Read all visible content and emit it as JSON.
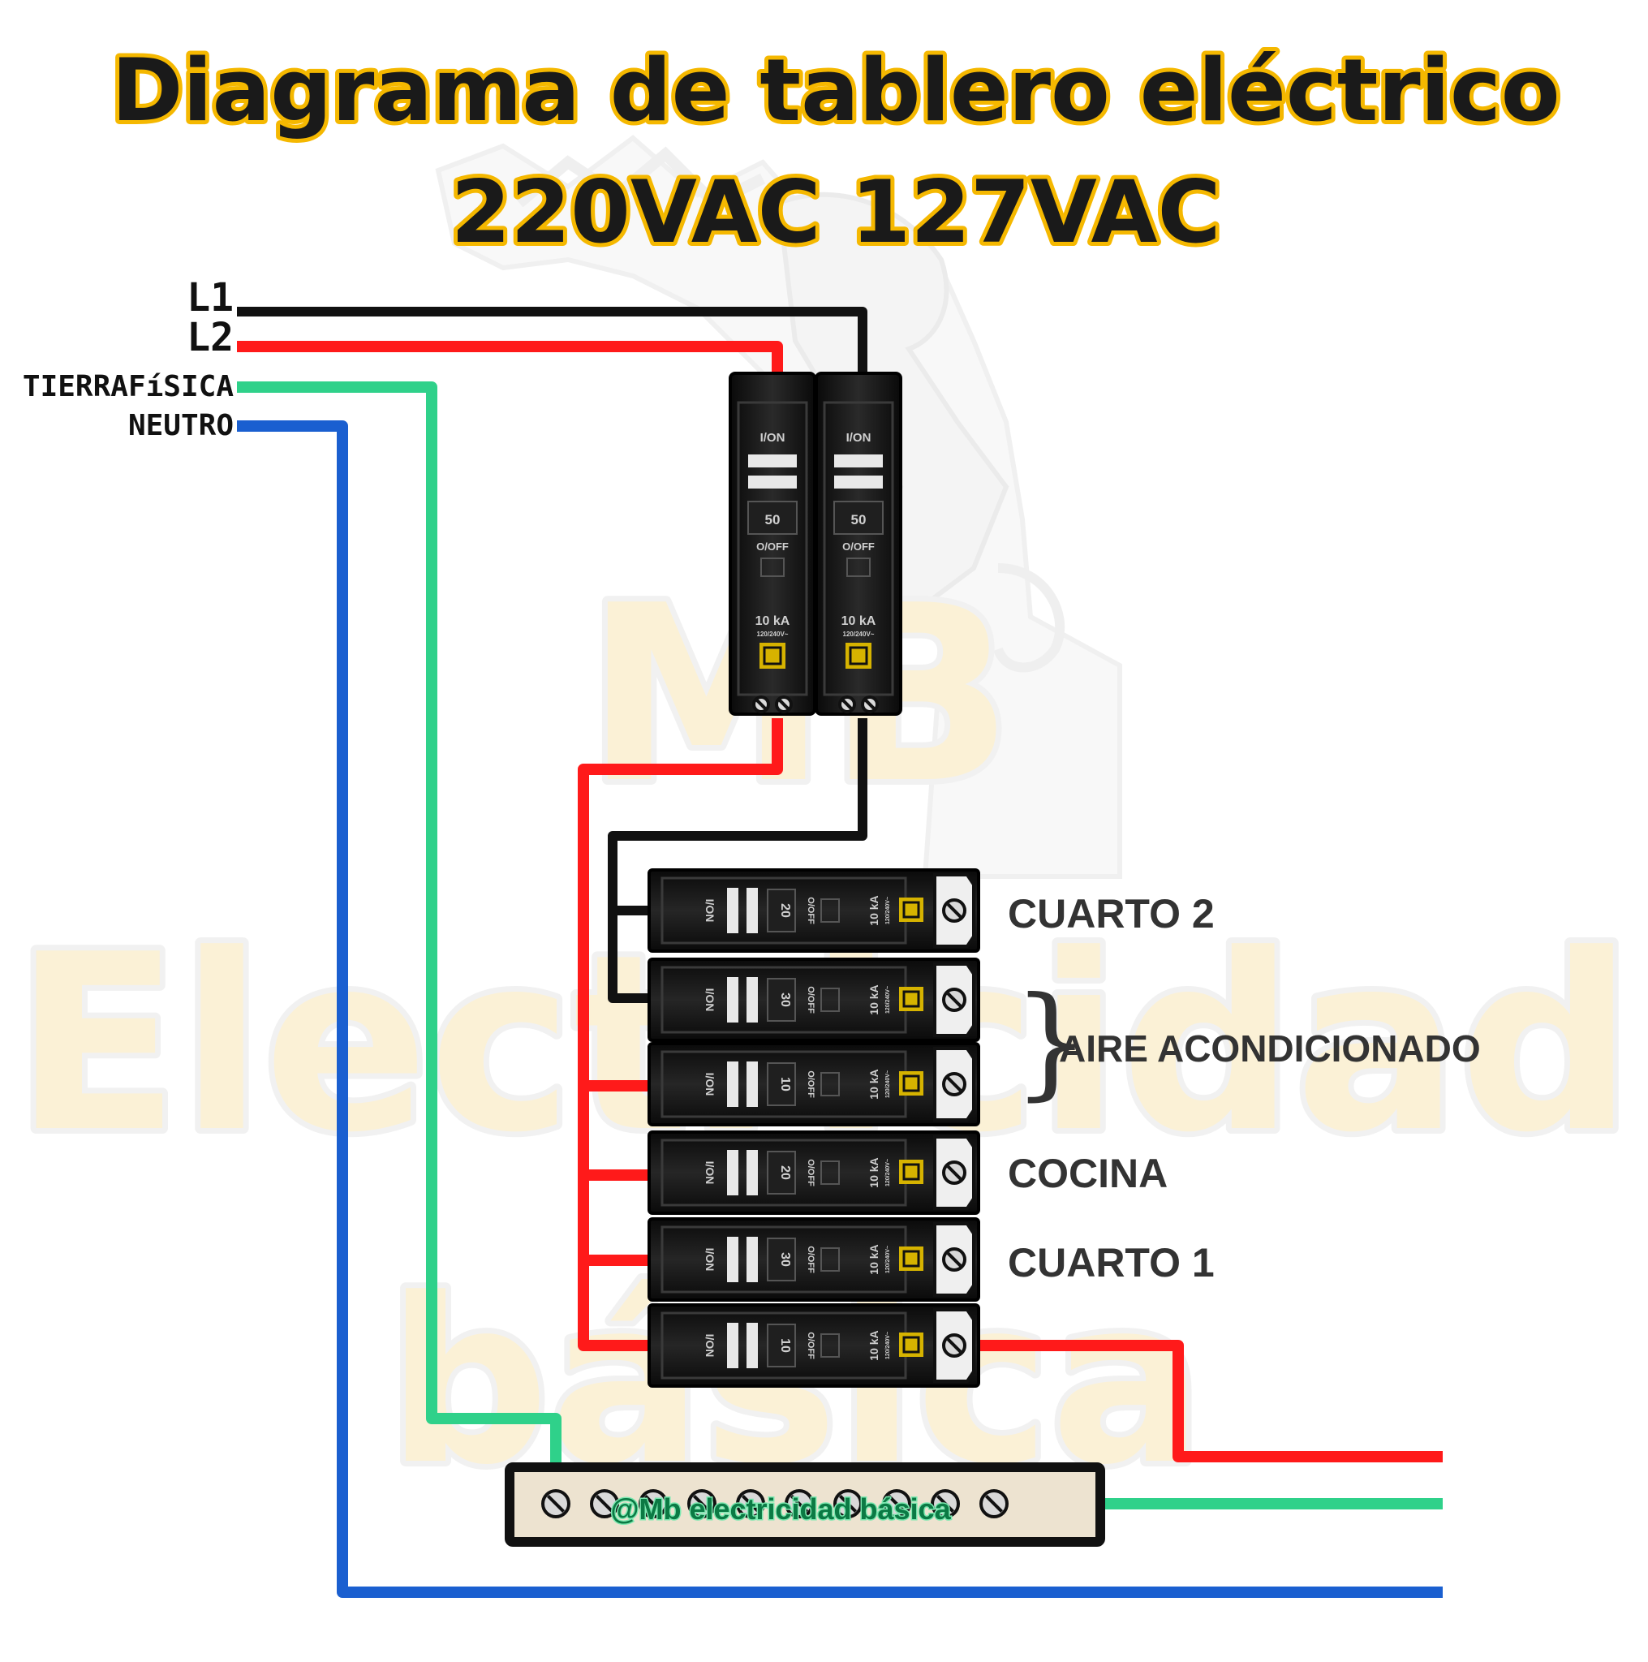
{
  "title": {
    "line1": "Diagrama de tablero eléctrico",
    "line2": "220VAC 127VAC"
  },
  "wire_labels": [
    "L1",
    "L2",
    "TIERRAFíSICA",
    "NEUTRO"
  ],
  "colors": {
    "l1": "#111111",
    "l2": "#ff1a1a",
    "ground": "#2fd18a",
    "neutral": "#1a5fd0",
    "title_outline": "#f5b800"
  },
  "main_breakers": [
    {
      "on": "I/ON",
      "off": "O/OFF",
      "rating": "50",
      "ka": "10 kA",
      "volt": "120/240V~"
    },
    {
      "on": "I/ON",
      "off": "O/OFF",
      "rating": "50",
      "ka": "10 kA",
      "volt": "120/240V~"
    }
  ],
  "branch_breakers": [
    {
      "on": "I/ON",
      "off": "O/OFF",
      "rating": "20",
      "ka": "10 kA",
      "volt": "120/240V~"
    },
    {
      "on": "I/ON",
      "off": "O/OFF",
      "rating": "30",
      "ka": "10 kA",
      "volt": "120/240V~"
    },
    {
      "on": "I/ON",
      "off": "O/OFF",
      "rating": "10",
      "ka": "10 kA",
      "volt": "120/240V~"
    },
    {
      "on": "I/ON",
      "off": "O/OFF",
      "rating": "20",
      "ka": "10 kA",
      "volt": "120/240V~"
    },
    {
      "on": "I/ON",
      "off": "O/OFF",
      "rating": "30",
      "ka": "10 kA",
      "volt": "120/240V~"
    },
    {
      "on": "I/ON",
      "off": "O/OFF",
      "rating": "10",
      "ka": "10 kA",
      "volt": "120/240V~"
    }
  ],
  "circuit_labels": {
    "cuarto2": "CUARTO 2",
    "aire": "AIRE ACONDICIONADO",
    "cocina": "COCINA",
    "cuarto1": "CUARTO 1"
  },
  "brand": "@Mb electricidad básica",
  "watermark": {
    "logo": "MB",
    "line1": "Electricidad",
    "line2": "básica"
  }
}
